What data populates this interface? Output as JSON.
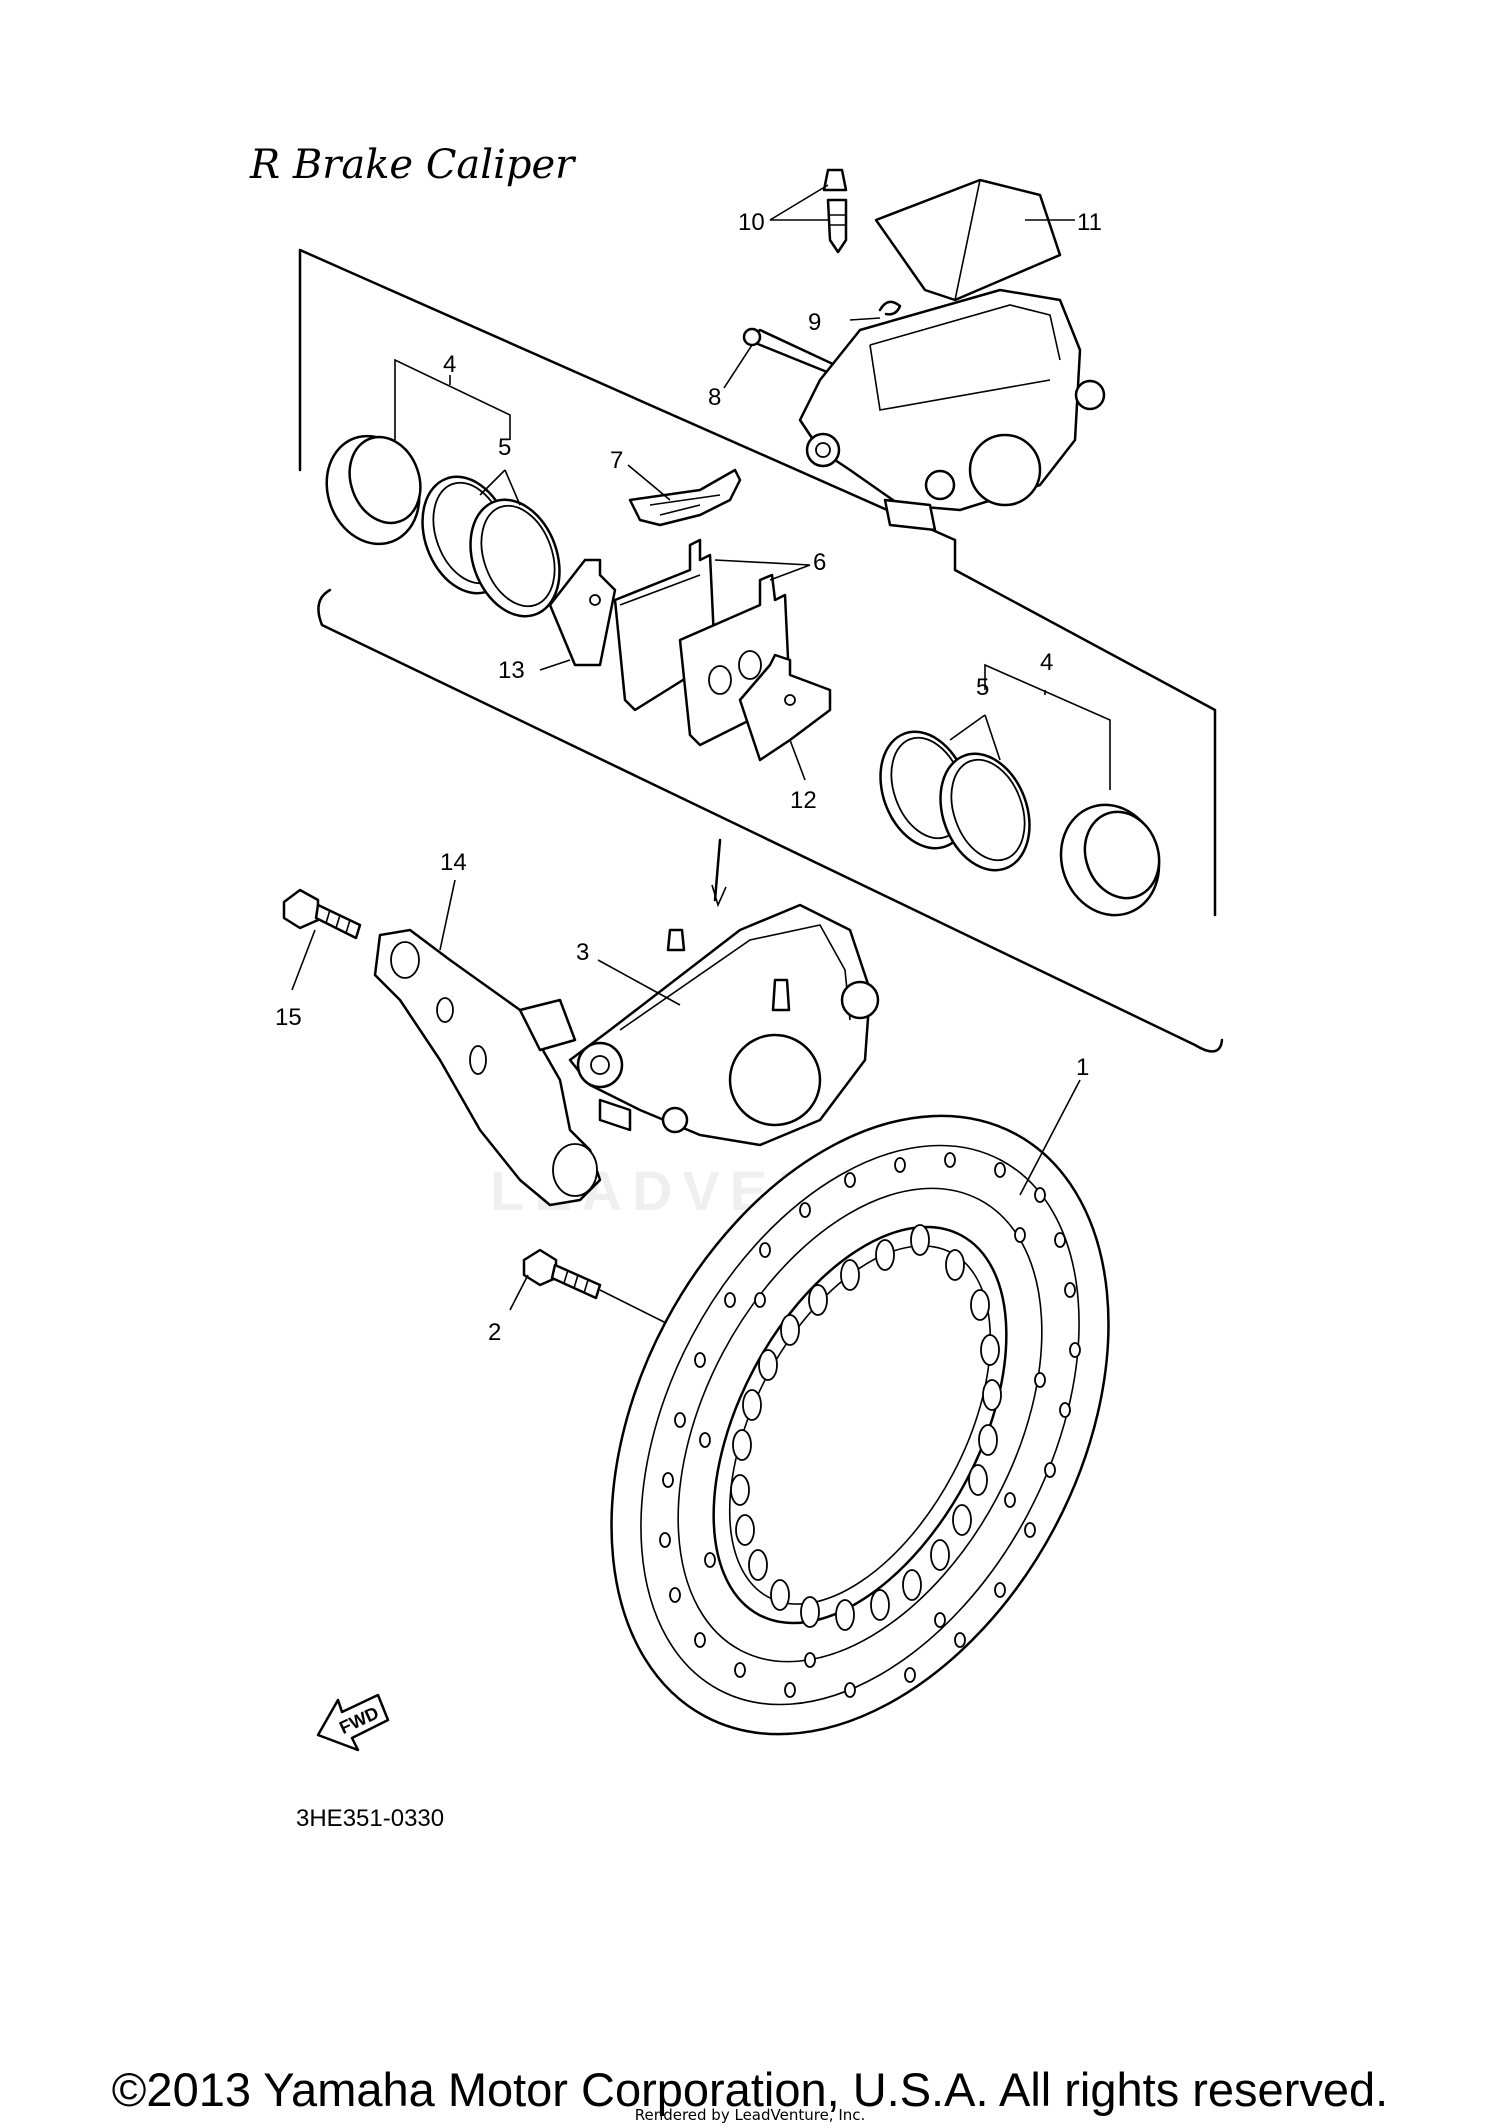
{
  "title_handwritten": "R Brake Caliper",
  "diagram_code": "3HE351-0330",
  "fwd_label": "FWD",
  "watermark": "LEADVENTURE",
  "callouts": [
    "1",
    "2",
    "3",
    "4",
    "4",
    "5",
    "5",
    "6",
    "7",
    "8",
    "9",
    "10",
    "11",
    "12",
    "13",
    "14",
    "15"
  ],
  "footer": {
    "copyright": "©2013 Yamaha Motor Corporation, U.S.A. All rights reserved.",
    "rendered_by": "Rendered by LeadVenture, Inc."
  }
}
